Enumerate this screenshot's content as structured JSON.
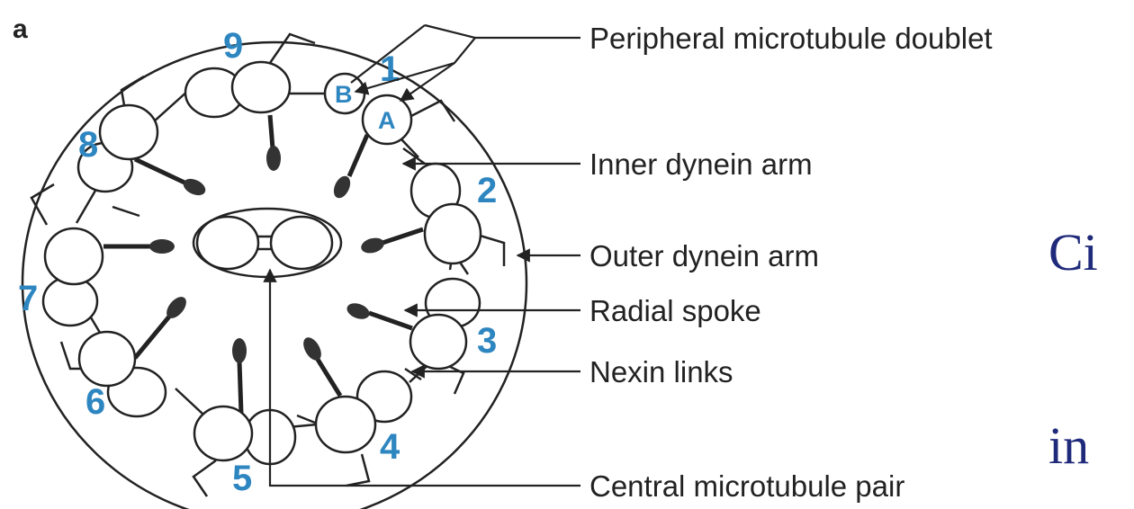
{
  "panel_letter": "a",
  "doublet_numbers": [
    "1",
    "2",
    "3",
    "4",
    "5",
    "6",
    "7",
    "8",
    "9"
  ],
  "subfiber_labels": {
    "a": "A",
    "b": "B"
  },
  "labels": {
    "peripheral_doublet": "Peripheral microtubule doublet",
    "inner_dynein": "Inner dynein arm",
    "outer_dynein": "Outer dynein arm",
    "radial_spoke": "Radial spoke",
    "nexin": "Nexin links",
    "central_pair": "Central microtubule pair"
  },
  "side_text": {
    "line1": "Ci",
    "line2": "in"
  },
  "colors": {
    "number_blue": "#2e86c1",
    "ink": "#222222",
    "side_text": "#1f2a7a"
  }
}
